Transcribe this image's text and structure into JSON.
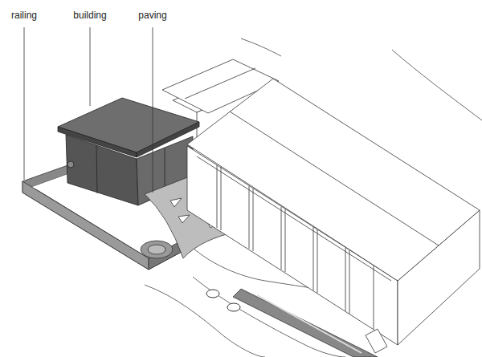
{
  "diagram": {
    "labels": [
      "railing",
      "building",
      "paving"
    ]
  }
}
